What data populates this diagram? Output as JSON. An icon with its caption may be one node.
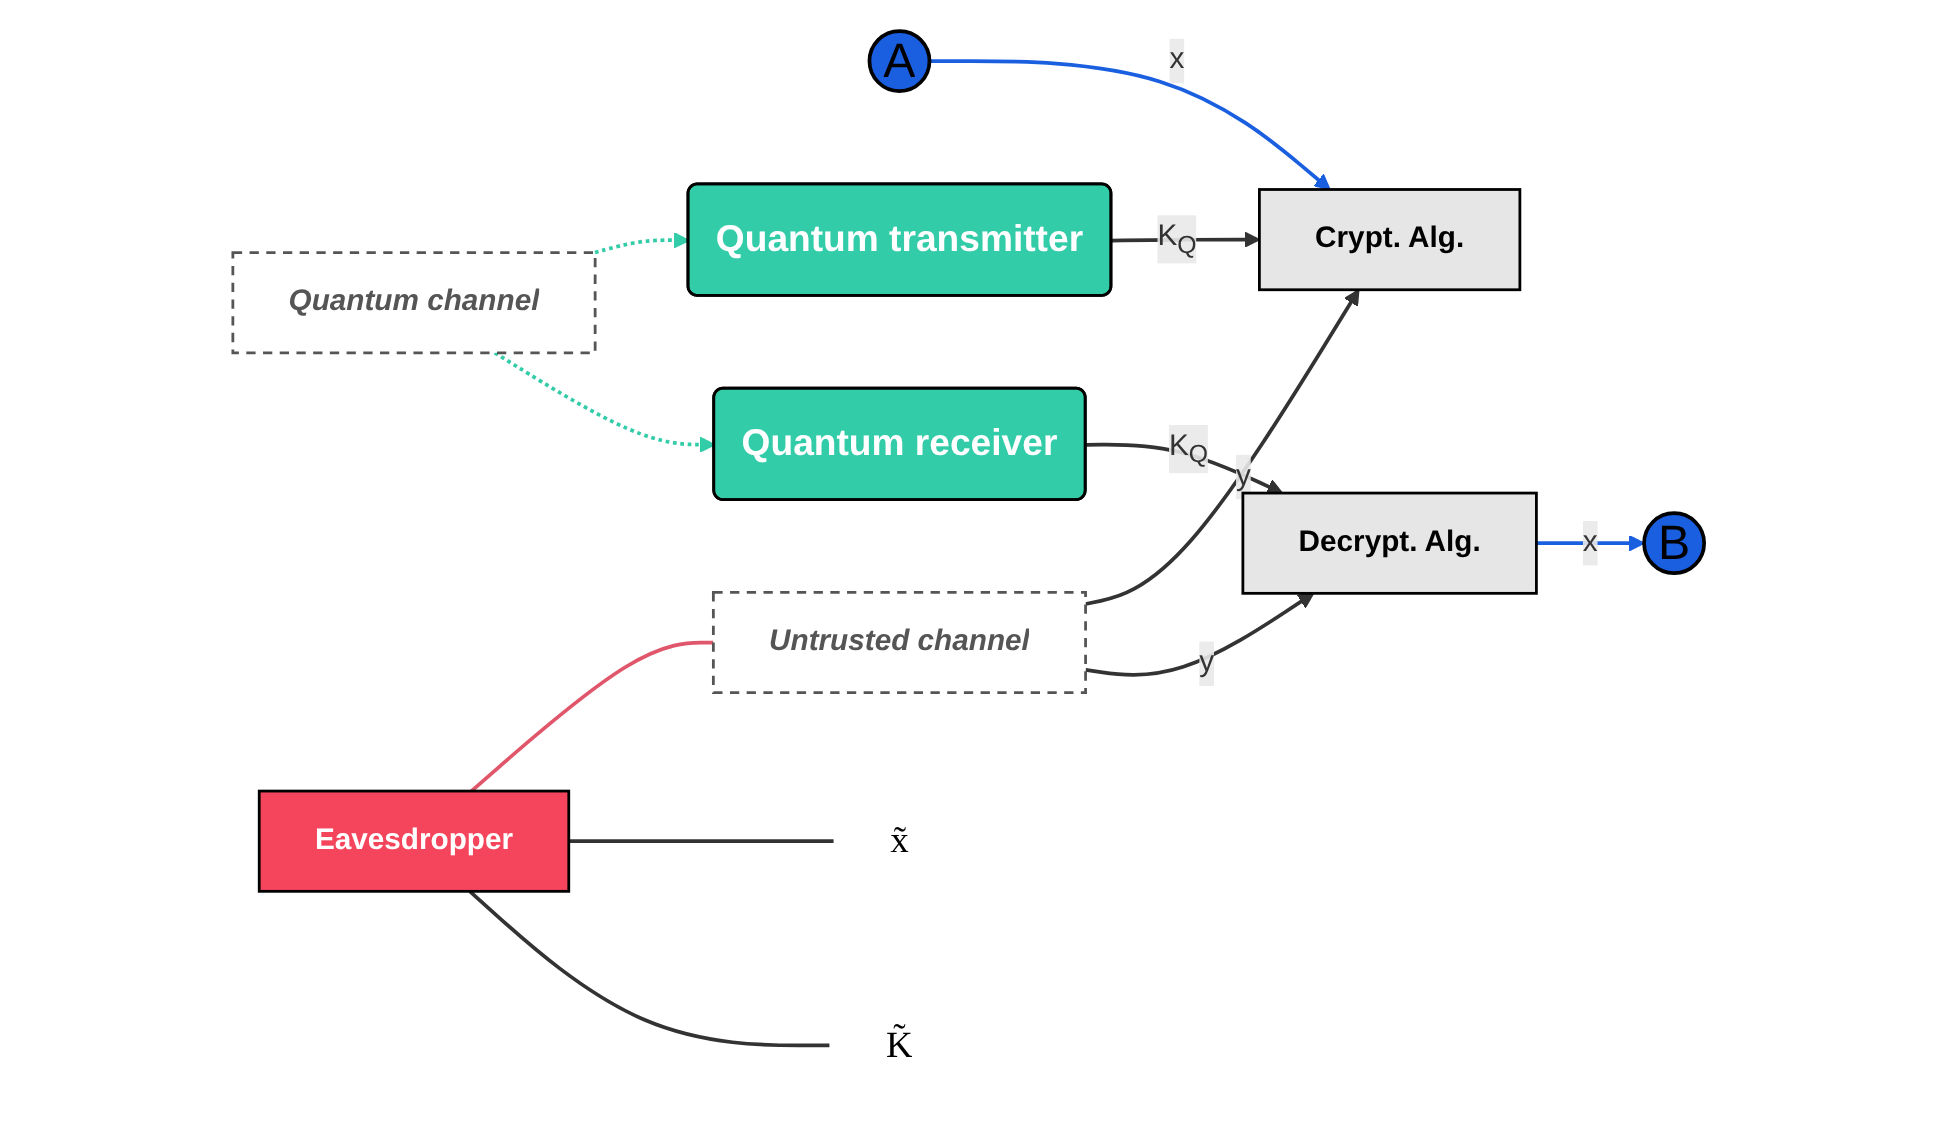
{
  "diagram": {
    "nodes": [
      {
        "text": [
          "A"
        ]
      },
      {
        "text": [
          "Crypt. Alg."
        ]
      },
      {
        "text": [
          "Eavesdropper"
        ]
      },
      {
        "text": [
          "Decrypt. Alg."
        ]
      },
      {
        "text": [
          "B"
        ]
      },
      {
        "text": [
          "Untrusted channel"
        ]
      },
      {
        "text": [
          "Quantum transmitter"
        ]
      },
      {
        "text": [
          "Quantum channel"
        ]
      },
      {
        "text": [
          "Quantum receiver"
        ]
      },
      {
        "text": [
          "x̃"
        ]
      },
      {
        "text": [
          "K̃"
        ]
      }
    ],
    "edges": [
      {
        "from": 0,
        "to": 1,
        "arrow": "to",
        "label": "x",
        "color": "#1a5fe0"
      },
      {
        "from": 5,
        "to": 1,
        "arrow": "to",
        "label": "y"
      },
      {
        "from": 5,
        "to": 3,
        "arrow": "to",
        "label": "y"
      },
      {
        "from": 2,
        "to": 5,
        "arrow": "none",
        "color": "#e0566a"
      },
      {
        "from": 2,
        "to": 9,
        "arrow": "none"
      },
      {
        "from": 2,
        "to": 10,
        "arrow": "none"
      },
      {
        "from": 3,
        "to": 4,
        "arrow": "to",
        "label": "x",
        "color": "#1a5fe0"
      },
      {
        "from": 6,
        "to": 1,
        "arrow": "to",
        "label": "K$_{Q}$"
      },
      {
        "from": 8,
        "to": 3,
        "arrow": "to",
        "label": "K$_{Q}$"
      },
      {
        "from": 7,
        "to": 6,
        "arrow": "to",
        "style": "dashed",
        "color": "#33cca8"
      },
      {
        "from": 7,
        "to": 8,
        "arrow": "to",
        "style": "dashed",
        "color": "#33cca8"
      }
    ]
  }
}
